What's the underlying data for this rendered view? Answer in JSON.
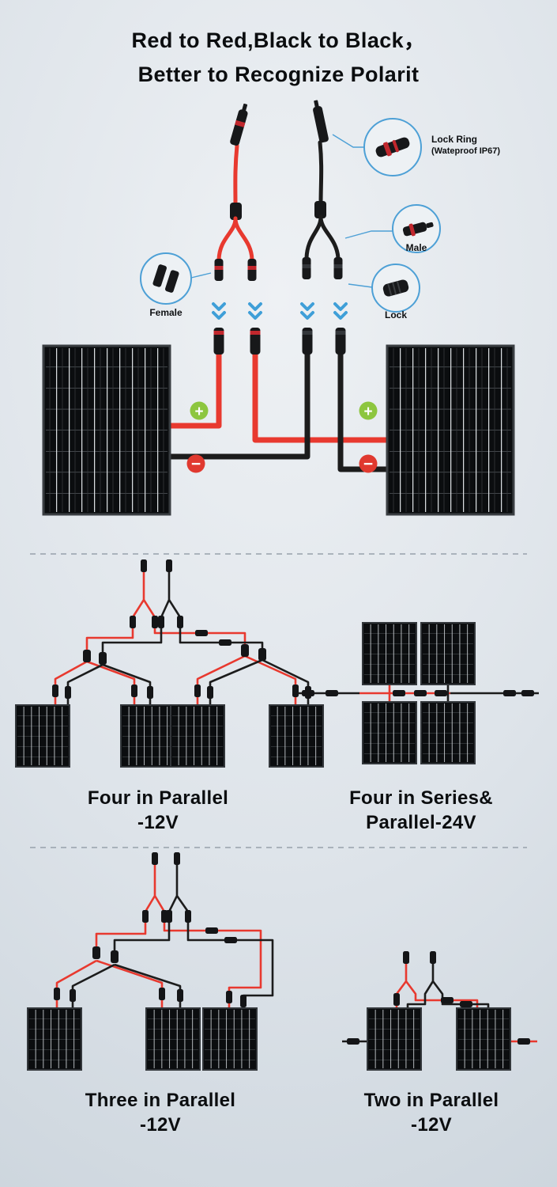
{
  "title": {
    "line1": "Red to Red,Black to Black，",
    "line2": "Better to Recognize Polarit"
  },
  "main_diagram": {
    "callouts": {
      "lock_ring": {
        "label": "Lock Ring",
        "sublabel": "(Wateproof IP67)"
      },
      "male": {
        "label": "Male"
      },
      "lock": {
        "label": "Lock"
      },
      "female": {
        "label": "Female"
      }
    },
    "polarity": {
      "plus": "+",
      "minus": "−"
    }
  },
  "wiring_diagrams": [
    {
      "id": "four-in-parallel",
      "caption_line1": "Four in Parallel",
      "caption_line2": "-12V"
    },
    {
      "id": "four-in-series-parallel",
      "caption_line1": "Four in Series&",
      "caption_line2": "Parallel-24V"
    },
    {
      "id": "three-in-parallel",
      "caption_line1": "Three in Parallel",
      "caption_line2": "-12V"
    },
    {
      "id": "two-in-parallel",
      "caption_line1": "Two in Parallel",
      "caption_line2": "-12V"
    }
  ],
  "colors": {
    "background": "#dde3e9",
    "wire_red": "#e8392f",
    "wire_black": "#1c1c1c",
    "accent_blue": "#4da0d6",
    "plus_green": "#8dc63f",
    "minus_red": "#e0392f",
    "text": "#0e1012"
  }
}
